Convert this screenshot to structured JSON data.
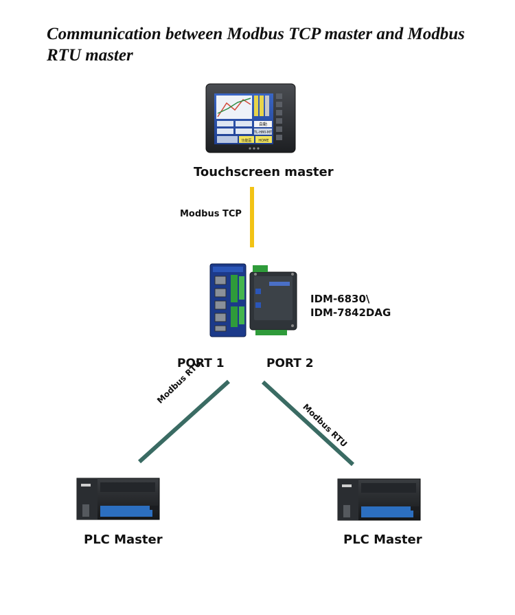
{
  "title": "Communication between Modbus TCP master and Modbus RTU master",
  "touchscreen": {
    "label": "Touchscreen master",
    "screen_text": {
      "btn_1": "自動",
      "btn_2": "TL-HMI-MT",
      "btn_3": "功能區",
      "btn_4": "HOME"
    }
  },
  "link_top": {
    "label": "Modbus TCP",
    "color": "#f2c315"
  },
  "converter": {
    "model_line1": "IDM-6830\\",
    "model_line2": "IDM-7842DAG"
  },
  "ports": {
    "port1": "PORT 1",
    "port2": "PORT 2"
  },
  "links_bottom": {
    "left_label": "Modbus RTU",
    "right_label": "Modbus RTU",
    "color": "#3a6b63"
  },
  "plc_left": {
    "label": "PLC Master"
  },
  "plc_right": {
    "label": "PLC Master"
  }
}
